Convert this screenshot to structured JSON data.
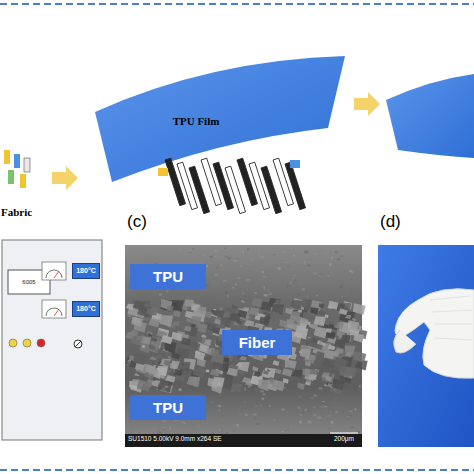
{
  "diagram": {
    "nodes": [
      {
        "text": [
          "TPU Film"
        ]
      },
      {
        "text": [
          "TPU"
        ]
      },
      {
        "text": [
          "Fiber"
        ]
      },
      {
        "text": [
          "TPU"
        ]
      },
      {
        "text": [
          "180°C"
        ]
      },
      {
        "text": [
          "180°C"
        ]
      }
    ],
    "labels": [
      "Fabric",
      "(c)",
      "(d)",
      "6005",
      "SU1510 5.00kV 9.0mm x264 SE",
      "200μm"
    ]
  }
}
